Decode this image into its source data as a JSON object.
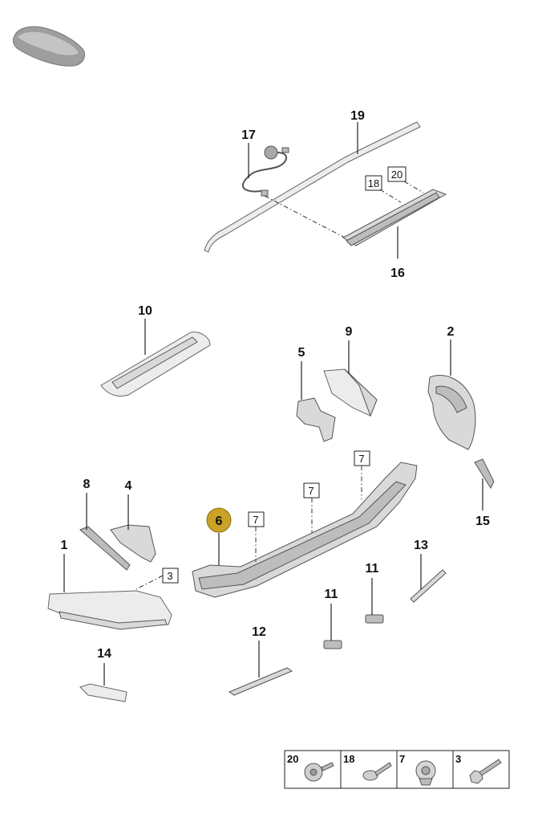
{
  "labels": {
    "p1": "1",
    "p2": "2",
    "p4": "4",
    "p5": "5",
    "p6": "6",
    "p8": "8",
    "p9": "9",
    "p10": "10",
    "p11a": "11",
    "p11b": "11",
    "p12": "12",
    "p13": "13",
    "p14": "14",
    "p15": "15",
    "p16": "16",
    "p17": "17",
    "p19": "19"
  },
  "boxed_labels": {
    "b3": "3",
    "b7a": "7",
    "b7b": "7",
    "b7c": "7",
    "b18": "18",
    "b20": "20"
  },
  "highlight": {
    "color": "#c9a227",
    "part": "6"
  },
  "legend": [
    {
      "num": "20",
      "icon": "flange-screw-icon"
    },
    {
      "num": "18",
      "icon": "trim-screw-icon"
    },
    {
      "num": "7",
      "icon": "clip-nut-icon"
    },
    {
      "num": "3",
      "icon": "hex-bolt-icon"
    }
  ]
}
